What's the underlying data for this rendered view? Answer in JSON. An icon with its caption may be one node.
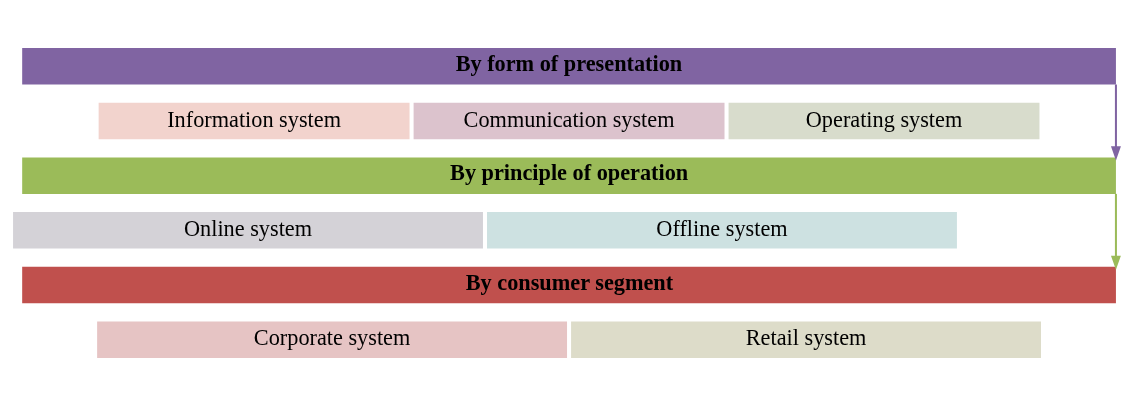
{
  "diagram": {
    "nodes": [
      {
        "text": [
          "By form of presentation"
        ]
      },
      {
        "text": [
          "Information system"
        ]
      },
      {
        "text": [
          "Communication system"
        ]
      },
      {
        "text": [
          "Operating system"
        ]
      },
      {
        "text": [
          "By principle of operation"
        ]
      },
      {
        "text": [
          "Online system"
        ]
      },
      {
        "text": [
          "Offline system"
        ]
      },
      {
        "text": [
          "By consumer segment"
        ]
      },
      {
        "text": [
          "Corporate system"
        ]
      },
      {
        "text": [
          "Retail system"
        ]
      }
    ],
    "edges": [
      {
        "from": 0,
        "to": 4,
        "arrow": "to",
        "color": "#8064a2"
      },
      {
        "from": 4,
        "to": 7,
        "arrow": "to",
        "color": "#9bbb59"
      }
    ]
  }
}
